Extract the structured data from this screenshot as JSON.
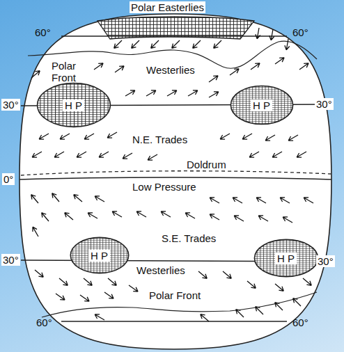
{
  "diagram": {
    "nodes": [
      {
        "text": [
          "H P"
        ]
      },
      {
        "text": [
          "H P"
        ]
      },
      {
        "text": [
          "H P"
        ]
      },
      {
        "text": [
          "H P"
        ]
      }
    ],
    "labels": [
      "Polar Easterlies",
      "60°",
      "60°",
      "Polar Front",
      "Westerlies",
      "30°",
      "30°",
      "N.E. Trades",
      "Doldrum",
      "0°",
      "Low Pressure",
      "S.E. Trades",
      "30°",
      "30°",
      "Westerlies",
      "Polar Front",
      "60°",
      "60°"
    ]
  }
}
